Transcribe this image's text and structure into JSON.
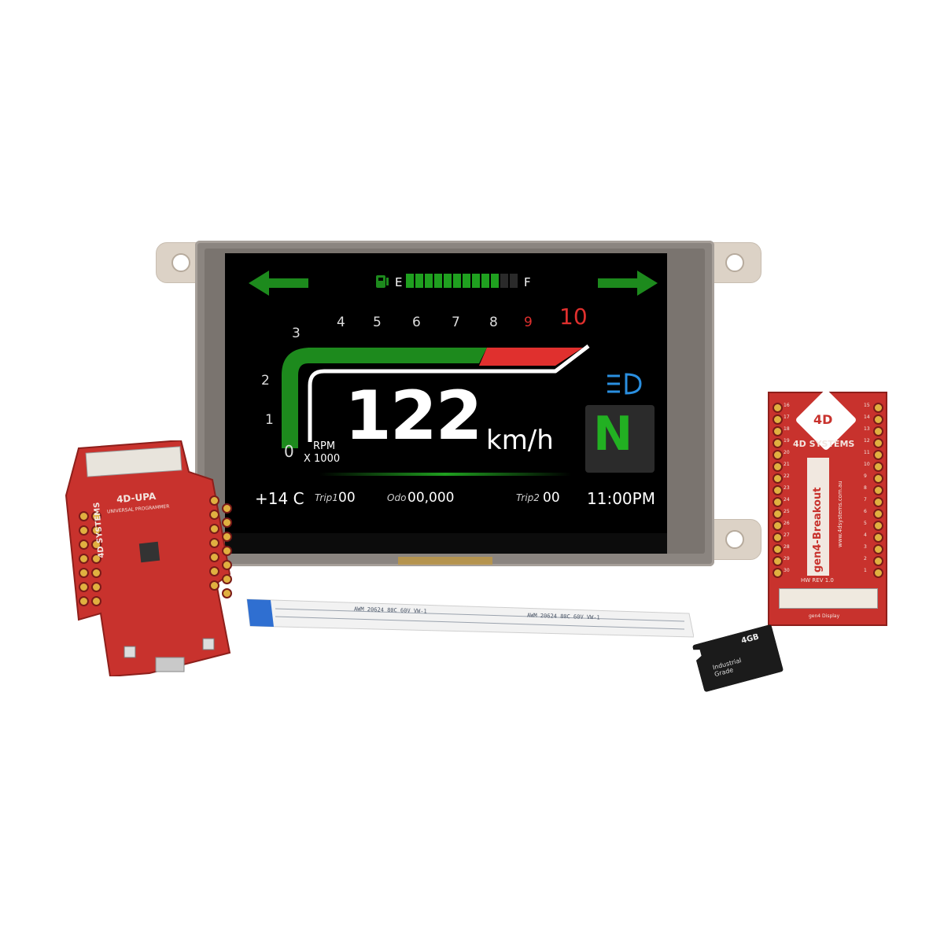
{
  "dashboard": {
    "fuel": {
      "empty_label": "E",
      "full_label": "F",
      "level_bars": 10,
      "total_bars": 12
    },
    "rpm_ticks": [
      "0",
      "1",
      "2",
      "3",
      "4",
      "5",
      "6",
      "7",
      "8",
      "9",
      "10"
    ],
    "rpm_unit_top": "RPM",
    "rpm_unit_bottom": "X 1000",
    "speed_value": "122",
    "speed_unit": "km/h",
    "gear": "N",
    "temperature": "+14 C",
    "trip1_label": "Trip1",
    "trip1_value": "00",
    "odo_label": "Odo",
    "odo_value": "00,000",
    "trip2_label": "Trip2",
    "trip2_value": "00",
    "clock": "11:00PM",
    "colors": {
      "green": "#1d8a1d",
      "red": "#e0302e",
      "gear_green": "#22b022",
      "headlight_blue": "#2a8fe0"
    }
  },
  "programmer_board": {
    "name": "4D-UPA",
    "subtitle": "UNIVERSAL PROGRAMMER",
    "brand": "4D SYSTEMS"
  },
  "breakout_board": {
    "brand": "4D SYSTEMS",
    "name": "gen4-Breakout",
    "url": "www.4dsystems.com.au",
    "revision": "HW REV 1.0",
    "connector_label": "gen4 Display",
    "pin_numbers_left": [
      "16",
      "17",
      "18",
      "19",
      "20",
      "21",
      "22",
      "23",
      "24",
      "25",
      "26",
      "27",
      "28",
      "29",
      "30"
    ],
    "pin_numbers_right": [
      "15",
      "14",
      "13",
      "12",
      "11",
      "10",
      "9",
      "8",
      "7",
      "6",
      "5",
      "4",
      "3",
      "2",
      "1"
    ]
  },
  "ribbon_cable": {
    "print_text": "AWM 20624 80C 60V VW-1"
  },
  "sd_card": {
    "capacity": "4GB",
    "grade": "Industrial Grade"
  }
}
